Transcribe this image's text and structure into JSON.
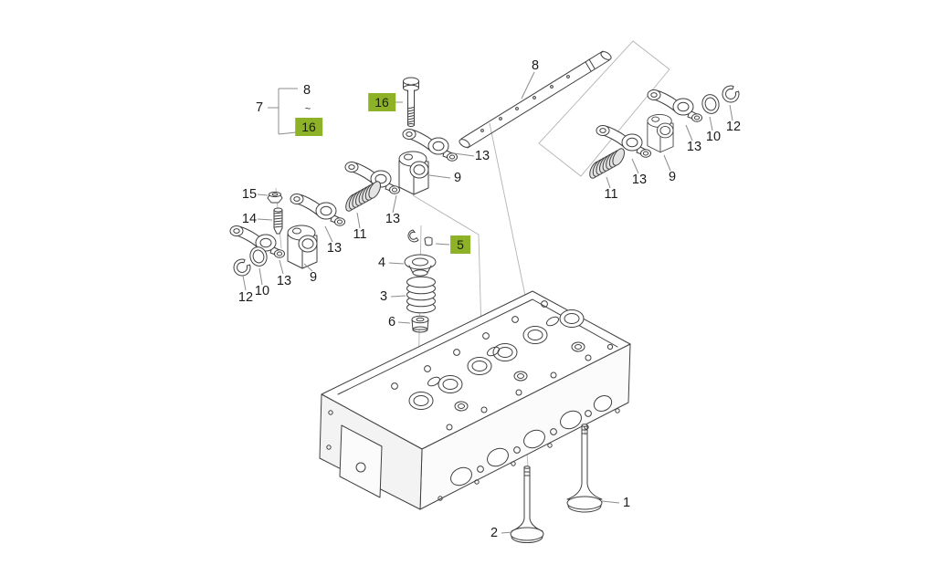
{
  "diagram": {
    "kind": "exploded-parts-diagram",
    "subject": "cylinder head and valve mechanism"
  },
  "colors": {
    "highlight_green": "#8eb227",
    "part_line": "#3f3f3f",
    "leader_line": "#8c8c8c",
    "label_text": "#1b1b1b"
  },
  "callouts": [
    {
      "text": "7",
      "highlighted": false
    },
    {
      "text": "8",
      "highlighted": false
    },
    {
      "text": "~",
      "highlighted": false
    },
    {
      "text": "16",
      "highlighted": true
    },
    {
      "text": "16",
      "highlighted": true
    },
    {
      "text": "8",
      "highlighted": false
    },
    {
      "text": "13",
      "highlighted": false
    },
    {
      "text": "9",
      "highlighted": false
    },
    {
      "text": "13",
      "highlighted": false
    },
    {
      "text": "11",
      "highlighted": false
    },
    {
      "text": "13",
      "highlighted": false
    },
    {
      "text": "15",
      "highlighted": false
    },
    {
      "text": "14",
      "highlighted": false
    },
    {
      "text": "9",
      "highlighted": false
    },
    {
      "text": "13",
      "highlighted": false
    },
    {
      "text": "10",
      "highlighted": false
    },
    {
      "text": "12",
      "highlighted": false
    },
    {
      "text": "5",
      "highlighted": true
    },
    {
      "text": "4",
      "highlighted": false
    },
    {
      "text": "3",
      "highlighted": false
    },
    {
      "text": "6",
      "highlighted": false
    },
    {
      "text": "11",
      "highlighted": false
    },
    {
      "text": "13",
      "highlighted": false
    },
    {
      "text": "9",
      "highlighted": false
    },
    {
      "text": "13",
      "highlighted": false
    },
    {
      "text": "10",
      "highlighted": false
    },
    {
      "text": "12",
      "highlighted": false
    },
    {
      "text": "1",
      "highlighted": false
    },
    {
      "text": "2",
      "highlighted": false
    }
  ]
}
